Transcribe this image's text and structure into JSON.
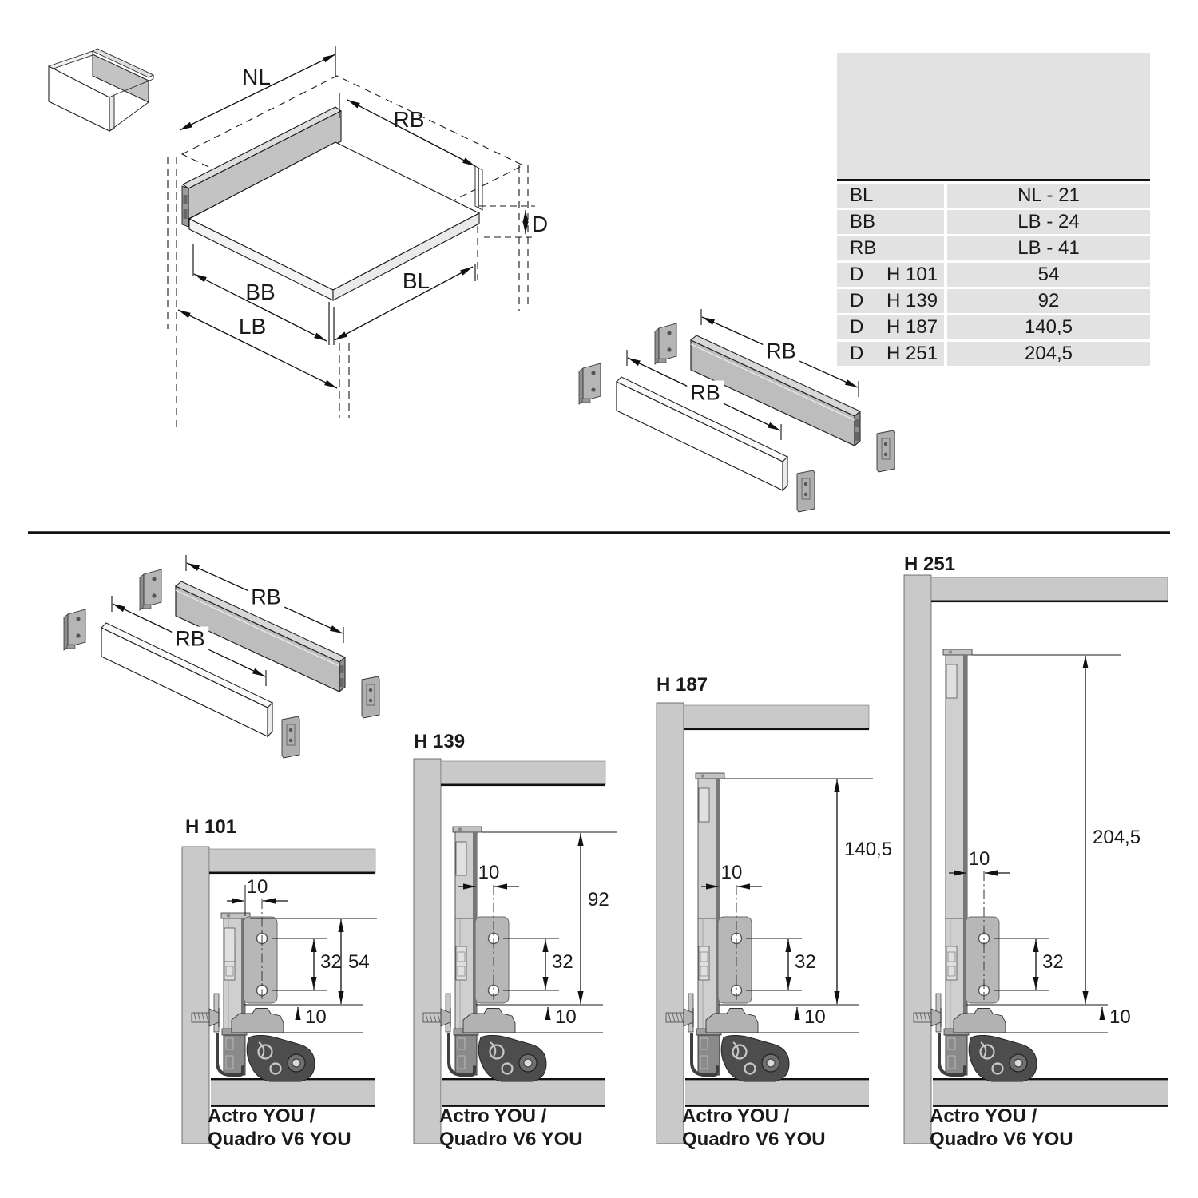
{
  "colors": {
    "line": "#1a1a1a",
    "panel_gray": "#c9c9c9",
    "table_row": "#e2e2e2"
  },
  "iso": {
    "nl": "NL",
    "rb": "RB",
    "d": "D",
    "bb": "BB",
    "bl": "BL",
    "lb": "LB"
  },
  "rails": {
    "rb": "RB"
  },
  "table": {
    "rows": [
      {
        "label": "BL",
        "sub": "",
        "value": "NL - 21"
      },
      {
        "label": "BB",
        "sub": "",
        "value": "LB - 24"
      },
      {
        "label": "RB",
        "sub": "",
        "value": "LB - 41"
      },
      {
        "label": "D",
        "sub": "H 101",
        "value": "54"
      },
      {
        "label": "D",
        "sub": "H 139",
        "value": "92"
      },
      {
        "label": "D",
        "sub": "H 187",
        "value": "140,5"
      },
      {
        "label": "D",
        "sub": "H 251",
        "value": "204,5"
      }
    ]
  },
  "panels": [
    {
      "title": "H 101",
      "dim_top": "10",
      "dim_hole": "32",
      "dim_height": "54",
      "dim_bottom": "10",
      "product_1": "Actro YOU /",
      "product_2": "Quadro V6 YOU"
    },
    {
      "title": "H 139",
      "dim_top": "10",
      "dim_hole": "32",
      "dim_height": "92",
      "dim_bottom": "10",
      "product_1": "Actro YOU /",
      "product_2": "Quadro V6 YOU"
    },
    {
      "title": "H 187",
      "dim_top": "10",
      "dim_hole": "32",
      "dim_height": "140,5",
      "dim_bottom": "10",
      "product_1": "Actro YOU /",
      "product_2": "Quadro V6 YOU"
    },
    {
      "title": "H 251",
      "dim_top": "10",
      "dim_hole": "32",
      "dim_height": "204,5",
      "dim_bottom": "10",
      "product_1": "Actro YOU /",
      "product_2": "Quadro V6 YOU"
    }
  ]
}
